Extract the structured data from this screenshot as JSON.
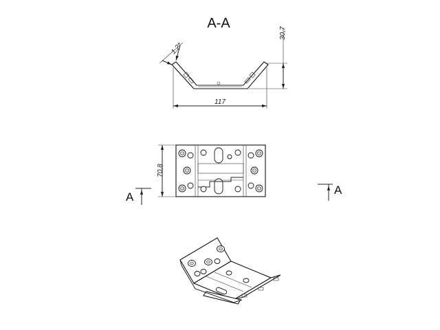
{
  "section_title": "A-A",
  "dimensions": {
    "thickness": "1,2*",
    "height": "30,7",
    "width": "117",
    "depth": "70,8"
  },
  "section_marks": {
    "left": "A",
    "right": "A"
  }
}
